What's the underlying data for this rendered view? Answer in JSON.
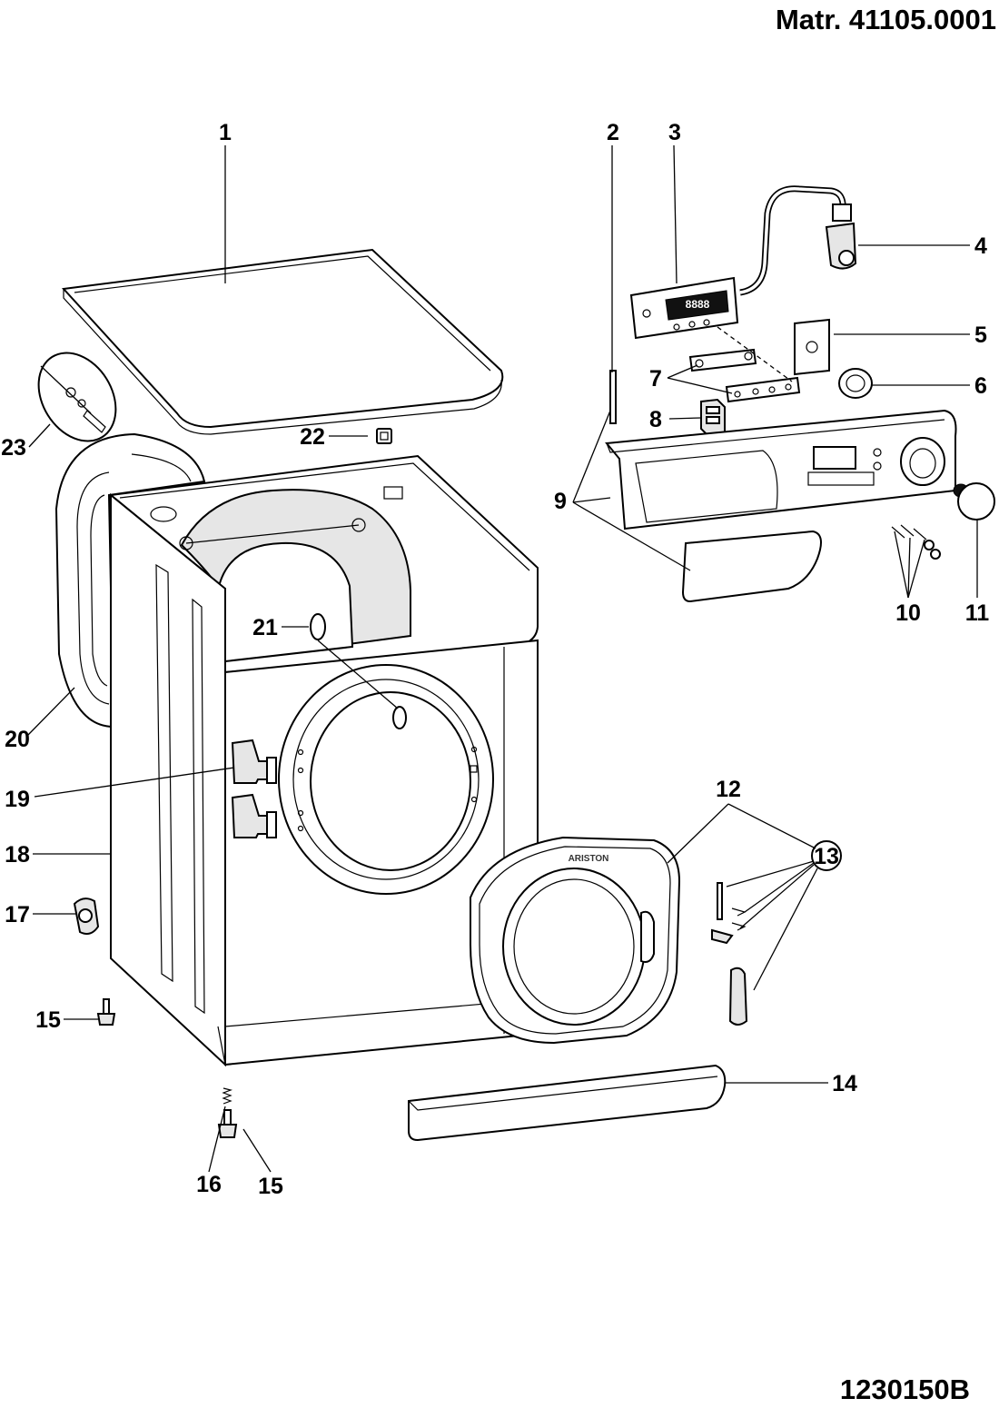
{
  "header": {
    "model": "Matr. 41105.0001",
    "drawing_code": "1230150B"
  },
  "display": {
    "digits": "8888"
  },
  "door": {
    "brand": "ARISTON"
  },
  "callouts": [
    {
      "id": "1",
      "label": "1"
    },
    {
      "id": "2",
      "label": "2"
    },
    {
      "id": "3",
      "label": "3"
    },
    {
      "id": "4",
      "label": "4"
    },
    {
      "id": "5",
      "label": "5"
    },
    {
      "id": "6",
      "label": "6"
    },
    {
      "id": "7",
      "label": "7"
    },
    {
      "id": "8",
      "label": "8"
    },
    {
      "id": "9",
      "label": "9"
    },
    {
      "id": "10",
      "label": "10"
    },
    {
      "id": "11",
      "label": "11"
    },
    {
      "id": "12",
      "label": "12"
    },
    {
      "id": "13",
      "label": "13"
    },
    {
      "id": "14",
      "label": "14"
    },
    {
      "id": "15a",
      "label": "15"
    },
    {
      "id": "15b",
      "label": "15"
    },
    {
      "id": "16",
      "label": "16"
    },
    {
      "id": "17",
      "label": "17"
    },
    {
      "id": "18",
      "label": "18"
    },
    {
      "id": "19",
      "label": "19"
    },
    {
      "id": "20",
      "label": "20"
    },
    {
      "id": "21",
      "label": "21"
    },
    {
      "id": "22",
      "label": "22"
    },
    {
      "id": "23",
      "label": "23"
    }
  ]
}
